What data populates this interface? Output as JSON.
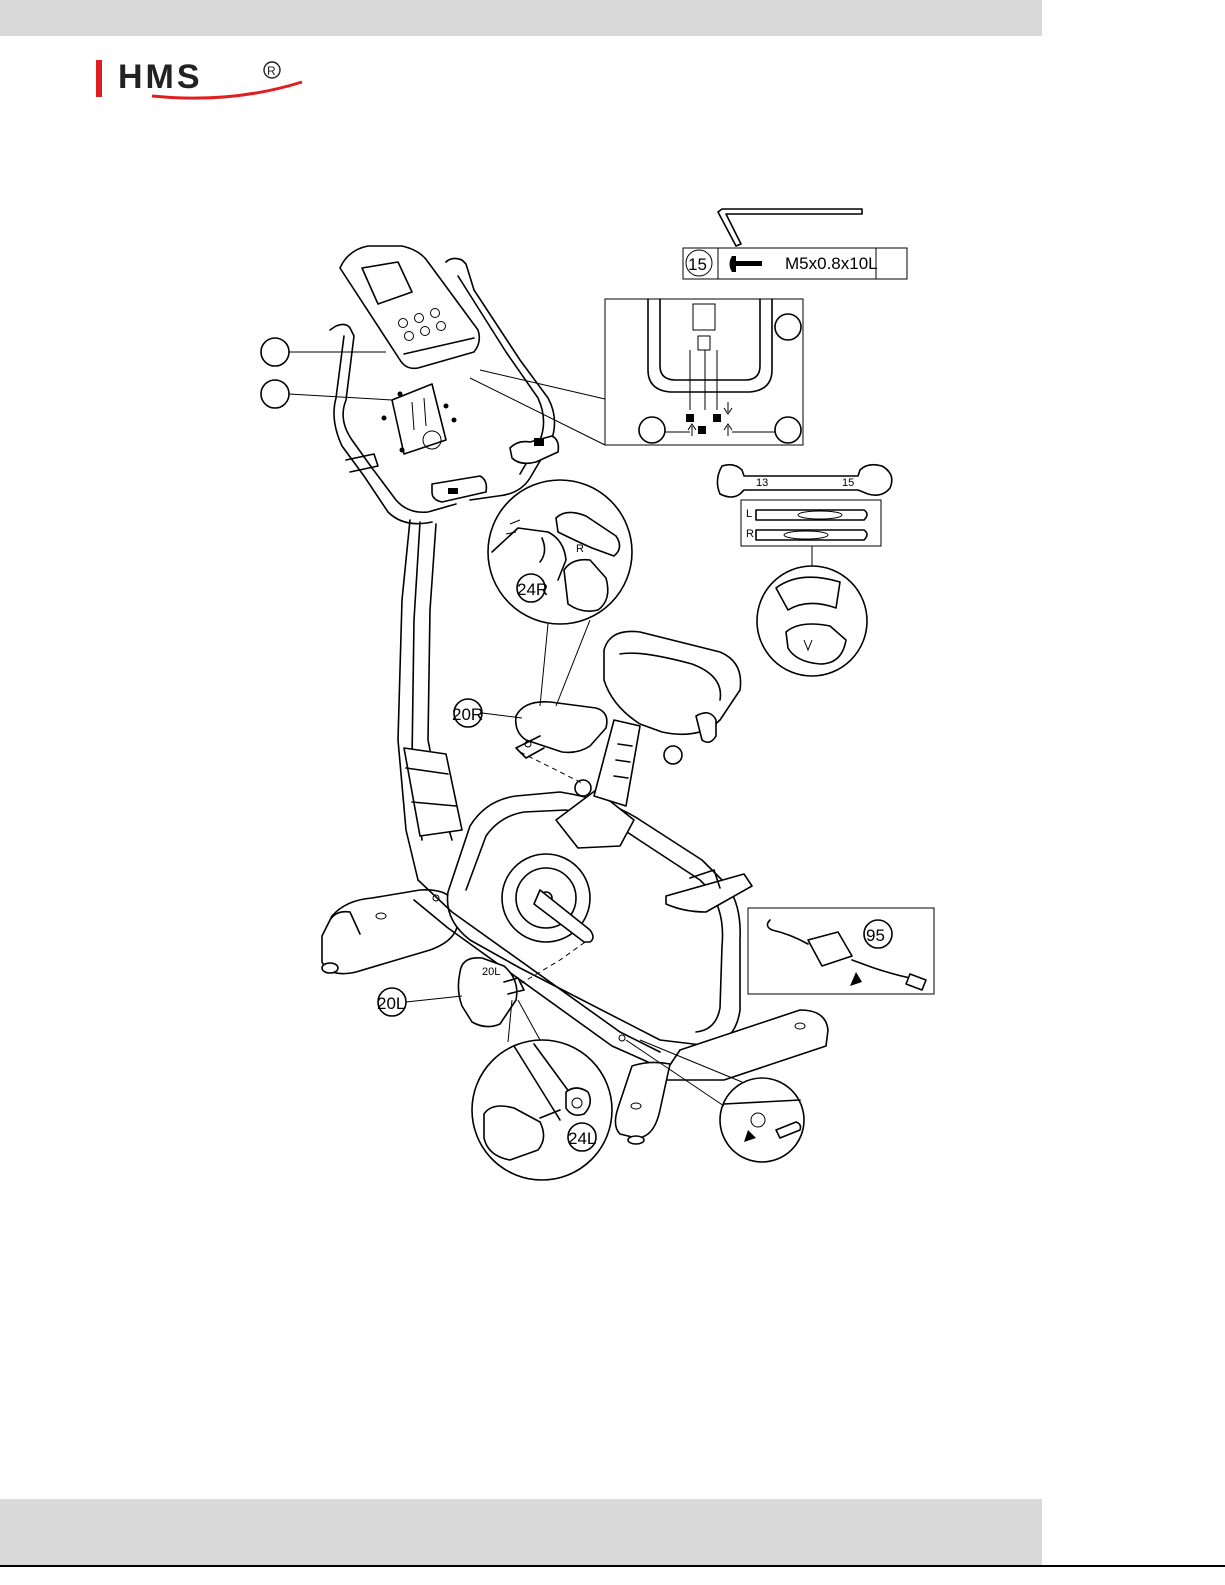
{
  "brand": {
    "logo_text": "HMS",
    "registered_mark": "R",
    "colors": {
      "accent_red": "#e02020",
      "bar_gray": "#d9d9d9"
    }
  },
  "hardware_box": {
    "part_no": "15",
    "spec": "M5x0.8x10L"
  },
  "wrench": {
    "size_left": "13",
    "size_right": "15"
  },
  "pedal_strap_panel": {
    "left_marker": "L",
    "right_marker": "R"
  },
  "callouts": {
    "pedal_right": "20R",
    "pedal_left": "20L",
    "crank_right": "24R",
    "crank_left": "24L",
    "adapter": "95",
    "crank_r_marker": "R",
    "pedal_l_marker": "L"
  }
}
